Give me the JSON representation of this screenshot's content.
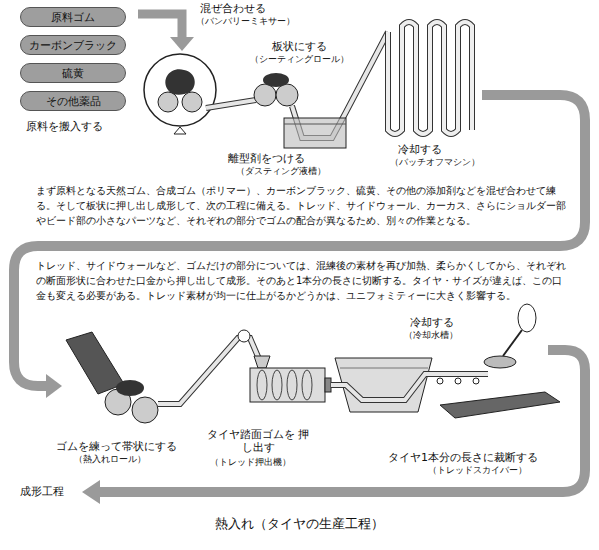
{
  "diagram": {
    "caption": "熱入れ（タイヤの生産工程）",
    "nodes": [
      {
        "text": [
          "原料ゴム"
        ]
      },
      {
        "text": [
          "カーボンブラック"
        ]
      },
      {
        "text": [
          "硫黄"
        ]
      },
      {
        "text": [
          "その他薬品"
        ]
      }
    ],
    "labels": [
      "混ぜ合わせる",
      "（バンバリーミキサー）",
      "板状にする",
      "（シーティングロール）",
      "原料を搬入する",
      "離型剤をつける",
      "（ダスティング液槽）",
      "冷却する",
      "（バッチオフマシン）",
      "まず原料となる天然ゴム、合成ゴム（ポリマー）、カーボンブラック、硫黄、その他の添加剤などを混ぜ合わせて練る。そして板状に押し出し成形して、次の工程に備える。トレッド、サイドウォール、カーカス、さらにショルダー部やビード部の小さなパーツなど、それぞれの部分でゴムの配合が異なるため、別々の作業となる。",
      "トレッド、サイドウォールなど、ゴムだけの部分については、混練後の素材を再び加熱、柔らかくしてから、それぞれの断面形状に合わせた口金から押し出して成形。そのあと1本分の長さに切断する。タイヤ・サイズが違えば、この口金も変える必要がある。トレッド素材が均一に仕上がるかどうかは、ユニフォミティーに大きく影響する。",
      "冷却する",
      "（冷却水槽）",
      "ゴムを練って帯状にする",
      "（熱入れロール）",
      "タイヤ踏面ゴムを 押し出す",
      "（トレッド押出機）",
      "タイヤ1本分の長さに裁断する",
      "（トレッドスカイバー）",
      "成形工程"
    ]
  }
}
